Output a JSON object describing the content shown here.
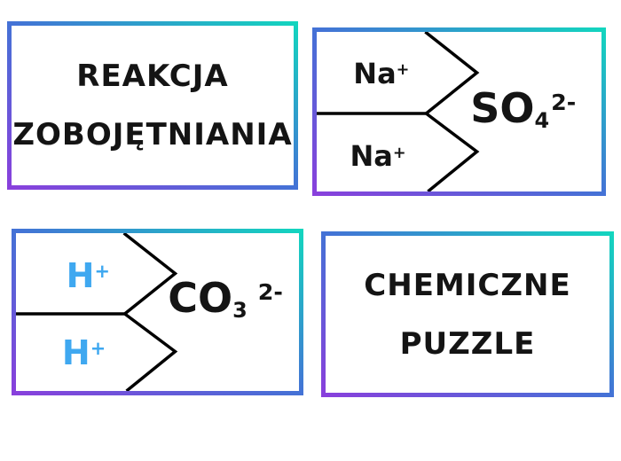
{
  "page": {
    "background": "#ffffff"
  },
  "colors": {
    "border_gradient_bottom_left": "#8a3fdc",
    "border_gradient_middle": "#4472d6",
    "border_gradient_top_right": "#12d7be",
    "puzzle_cut_line": "#000000",
    "h_ion_blue": "#3fa8f0",
    "text": "#141414"
  },
  "cards": [
    {
      "name": "reakcja-title-card",
      "type": "text",
      "lines": [
        "REAKCJA",
        "ZOBOJĘTNIANIA"
      ]
    },
    {
      "name": "na2so4-puzzle-card",
      "type": "puzzle",
      "cation_top": {
        "symbol": "Na",
        "charge": "+"
      },
      "cation_bottom": {
        "symbol": "Na",
        "charge": "+"
      },
      "anion": {
        "symbol": "SO",
        "subscript": "4",
        "charge": "2-"
      }
    },
    {
      "name": "h2co3-puzzle-card",
      "type": "puzzle",
      "cation_top": {
        "symbol": "H",
        "charge": "+"
      },
      "cation_bottom": {
        "symbol": "H",
        "charge": "+"
      },
      "anion": {
        "symbol": "CO",
        "subscript": "3",
        "charge": "2-"
      }
    },
    {
      "name": "chemiczne-puzzle-title-card",
      "type": "text",
      "lines": [
        "CHEMICZNE",
        "PUZZLE"
      ]
    }
  ]
}
